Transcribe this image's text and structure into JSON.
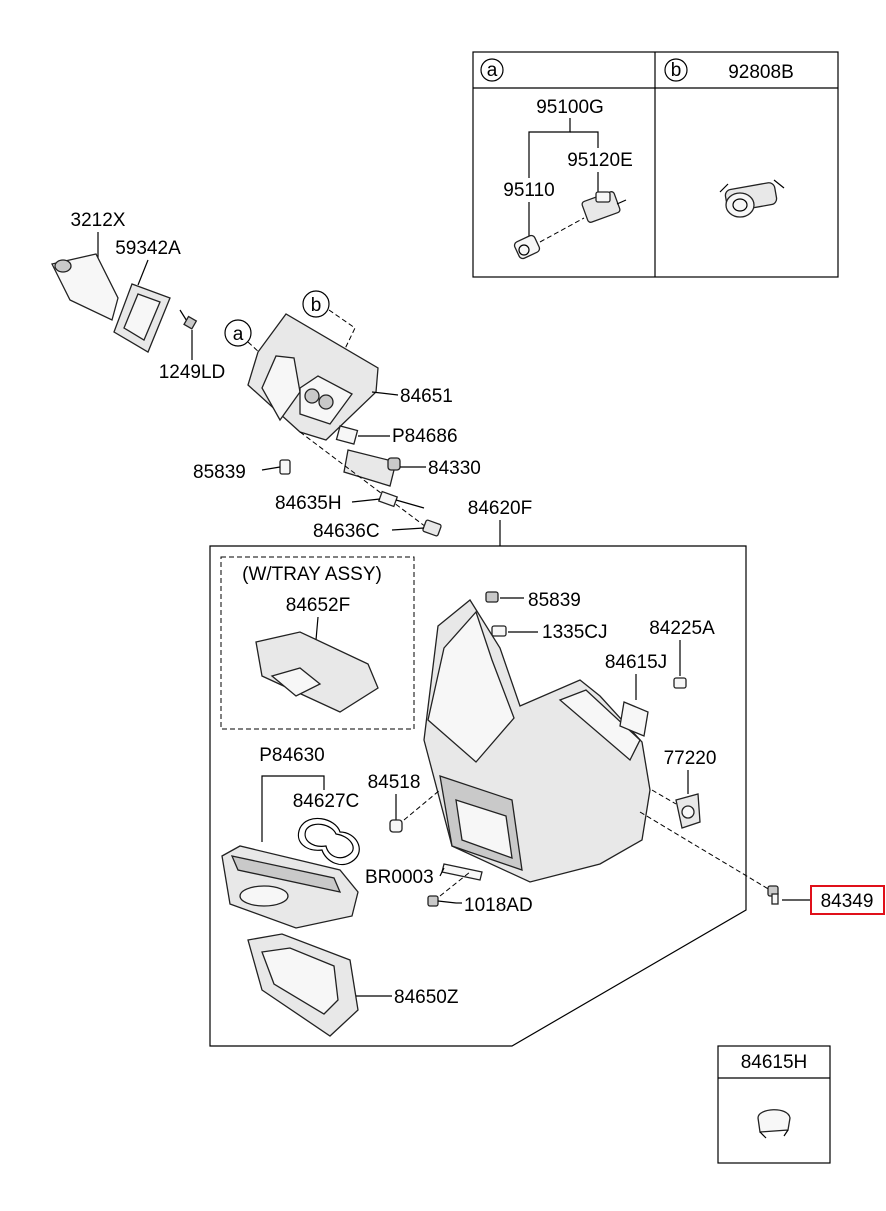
{
  "callouts": {
    "a": "a",
    "b": "b"
  },
  "inset_table": {
    "a_label": "a",
    "b_label": "b",
    "b_part": "92808B",
    "a_parts": {
      "assy": "95100G",
      "switch": "95120E",
      "bulb": "95110"
    }
  },
  "parts": {
    "p3212X": "3212X",
    "p59342A": "59342A",
    "p1249LD": "1249LD",
    "p84651": "84651",
    "pP84686": "P84686",
    "p85839_top": "85839",
    "p84330": "84330",
    "p84635H": "84635H",
    "p84636C": "84636C",
    "p84620F": "84620F",
    "p85839_mid": "85839",
    "p1335CJ": "1335CJ",
    "p84225A": "84225A",
    "p84615J": "84615J",
    "p77220": "77220",
    "p84518": "84518",
    "pBR0003": "BR0003",
    "p1018AD": "1018AD",
    "p84349": "84349",
    "p84650Z": "84650Z",
    "pP84630": "P84630",
    "p84627C": "84627C",
    "p84652F": "84652F"
  },
  "tray_group": {
    "title": "(W/TRAY ASSY)"
  },
  "standalone": {
    "label": "84615H"
  },
  "highlight": {
    "part": "84349",
    "color": "#e0101a"
  }
}
